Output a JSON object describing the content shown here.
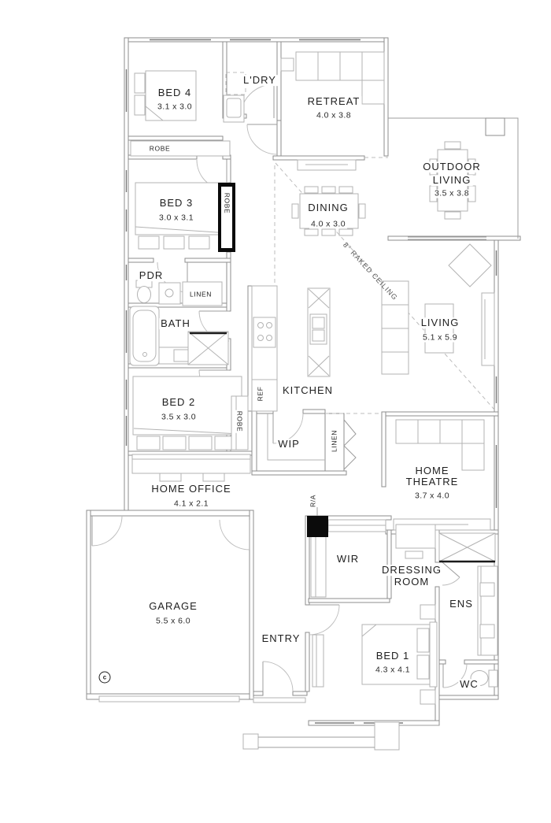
{
  "labels": {
    "bed4": {
      "name": "BED 4",
      "dims": "3.1 x 3.0"
    },
    "ldry": {
      "name": "L'DRY"
    },
    "retreat": {
      "name": "RETREAT",
      "dims": "4.0 x 3.8"
    },
    "outdoor_living": {
      "line1": "OUTDOOR",
      "line2": "LIVING",
      "dims": "3.5 x 3.8"
    },
    "robe_bed4": {
      "name": "ROBE"
    },
    "bed3": {
      "name": "BED 3",
      "dims": "3.0 x 3.1"
    },
    "robe_bed3": {
      "name": "ROBE"
    },
    "dining": {
      "name": "DINING",
      "dims": "4.0 x 3.0"
    },
    "pdr": {
      "name": "PDR"
    },
    "linen_hall": {
      "name": "LINEN"
    },
    "bath": {
      "name": "BATH"
    },
    "living": {
      "name": "LIVING",
      "dims": "5.1 x 5.9"
    },
    "raked_ceiling": {
      "name": "8° RAKED CEILING"
    },
    "kitchen": {
      "name": "KITCHEN"
    },
    "ref": {
      "name": "REF"
    },
    "bed2": {
      "name": "BED 2",
      "dims": "3.5 x 3.0"
    },
    "robe_bed2": {
      "name": "ROBE"
    },
    "wip": {
      "name": "WIP"
    },
    "linen_wip": {
      "name": "LINEN"
    },
    "home_theatre": {
      "line1": "HOME",
      "line2": "THEATRE",
      "dims": "3.7 x 4.0"
    },
    "home_office": {
      "name": "HOME OFFICE",
      "dims": "4.1 x 2.1"
    },
    "ria": {
      "name": "R/A"
    },
    "garage": {
      "name": "GARAGE",
      "dims": "5.5 x 6.0",
      "marker": "c"
    },
    "entry": {
      "name": "ENTRY"
    },
    "wir": {
      "name": "WIR"
    },
    "dressing_room": {
      "line1": "DRESSING",
      "line2": "ROOM"
    },
    "ens": {
      "name": "ENS"
    },
    "bed1": {
      "name": "BED 1",
      "dims": "4.3 x 4.1"
    },
    "wc": {
      "name": "WC"
    }
  },
  "colors": {
    "background": "#ffffff",
    "linework": "#8e8e8e",
    "furniture": "#b3b3b3",
    "text": "#1f1f1f",
    "accent_black": "#0b0b0b"
  }
}
